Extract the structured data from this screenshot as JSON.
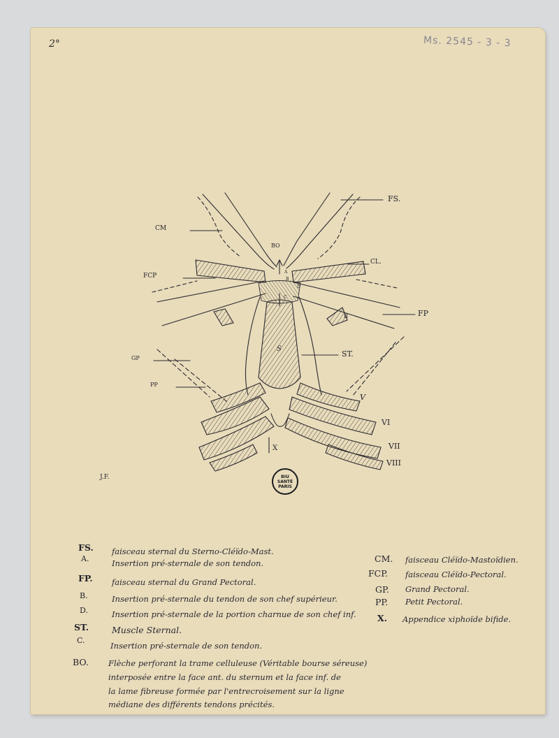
{
  "corner": {
    "page_no": "2°",
    "shelfmark": "Ms. 2545 - 3 - 3",
    "initials": "J.F."
  },
  "stamp": {
    "line1": "BIU",
    "line2": "SANTÉ",
    "line3": "PARIS"
  },
  "figure_labels": {
    "FS": "FS.",
    "CM": "CM",
    "BO": "BO",
    "CL": "CL.",
    "FCP": "FCP",
    "FP": "FP",
    "A": "A",
    "B": "B",
    "C": "C",
    "D": "D",
    "II": "II",
    "S": "S",
    "ST": "ST.",
    "GP": "GP",
    "PP": "PP",
    "V": "V",
    "VI": "VI",
    "VII": "VII",
    "VIII": "VIII",
    "X": "X"
  },
  "legend_left": [
    {
      "abbr": "FS.",
      "text": "faisceau sternal du Sterno-Cléïdo-Mast."
    },
    {
      "abbr": "A.",
      "text": "Insertion pré-sternale de son tendon."
    },
    {
      "abbr": "FP.",
      "text": "faisceau sternal du Grand Pectoral."
    },
    {
      "abbr": "B.",
      "text": "Insertion pré-sternale du tendon de son chef supérieur."
    },
    {
      "abbr": "D.",
      "text": "Insertion pré-sternale de la portion charnue de son chef inf."
    },
    {
      "abbr": "ST.",
      "text": "Muscle Sternal."
    },
    {
      "abbr": "C.",
      "text": "Insertion pré-sternale de son tendon."
    },
    {
      "abbr": "BO.",
      "text": "Flèche perforant la trame celluleuse (Véritable bourse séreuse)"
    }
  ],
  "legend_bo_continued": [
    "interposée entre la face ant. du sternum et la face inf. de",
    "la lame fibreuse formée par l'entrecroisement sur la ligne",
    "médiane des différents tendons précités."
  ],
  "legend_right": [
    {
      "abbr": "CM.",
      "text": "faisceau Cléïdo-Mastoïdien."
    },
    {
      "abbr": "FCP.",
      "text": "faisceau Cléïdo-Pectoral."
    },
    {
      "abbr": "GP.",
      "text": "Grand Pectoral."
    },
    {
      "abbr": "PP.",
      "text": "Petit Pectoral."
    },
    {
      "abbr": "X.",
      "text": "Appendice xiphoïde bifide."
    }
  ],
  "colors": {
    "paper": "#e8dcbb",
    "ink": "#2d2a2f",
    "background": "#d9dadc"
  }
}
